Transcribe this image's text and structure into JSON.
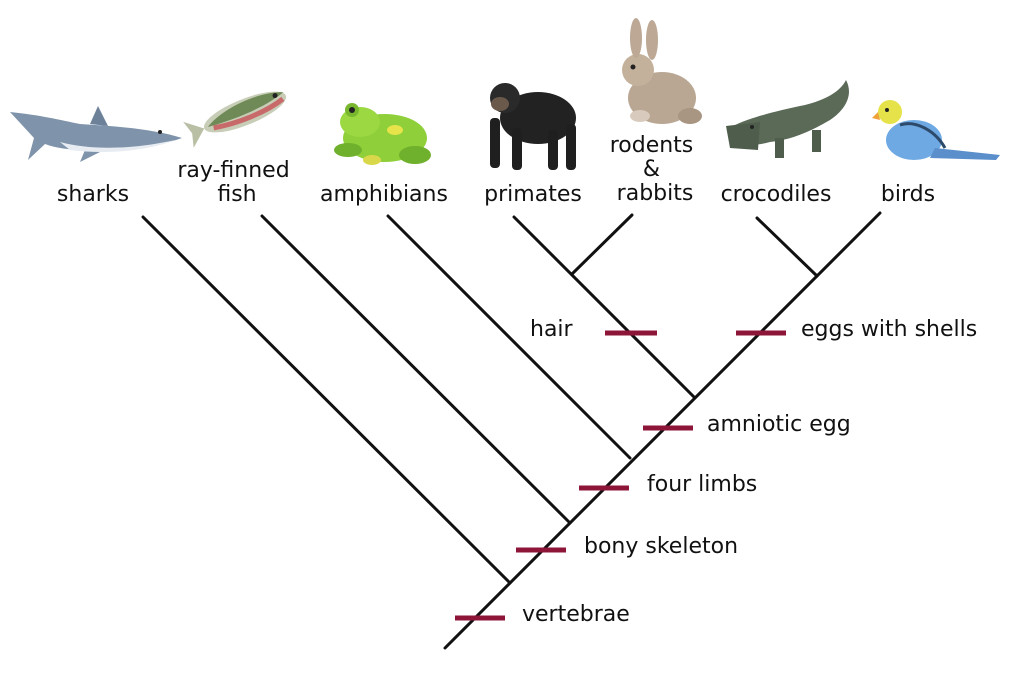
{
  "taxa": [
    {
      "id": "sharks",
      "lines": [
        "sharks"
      ],
      "icon": "shark-icon"
    },
    {
      "id": "ray-finned-fish",
      "lines": [
        "ray-finned",
        "fish"
      ],
      "icon": "fish-icon"
    },
    {
      "id": "amphibians",
      "lines": [
        "amphibians"
      ],
      "icon": "frog-icon"
    },
    {
      "id": "primates",
      "lines": [
        "primates"
      ],
      "icon": "chimpanzee-icon"
    },
    {
      "id": "rodents-rabbits",
      "lines": [
        "rodents",
        "&",
        "rabbits"
      ],
      "icon": "rabbit-icon"
    },
    {
      "id": "crocodiles",
      "lines": [
        "crocodiles"
      ],
      "icon": "crocodile-icon"
    },
    {
      "id": "birds",
      "lines": [
        "birds"
      ],
      "icon": "bird-icon"
    }
  ],
  "traits": [
    {
      "id": "vertebrae",
      "label": "vertebrae"
    },
    {
      "id": "bony-skeleton",
      "label": "bony skeleton"
    },
    {
      "id": "four-limbs",
      "label": "four limbs"
    },
    {
      "id": "amniotic-egg",
      "label": "amniotic egg"
    },
    {
      "id": "hair",
      "label": "hair"
    },
    {
      "id": "eggs-with-shells",
      "label": "eggs with shells"
    }
  ],
  "colors": {
    "branch": "#111111",
    "trait_marker": "#8c1538"
  }
}
